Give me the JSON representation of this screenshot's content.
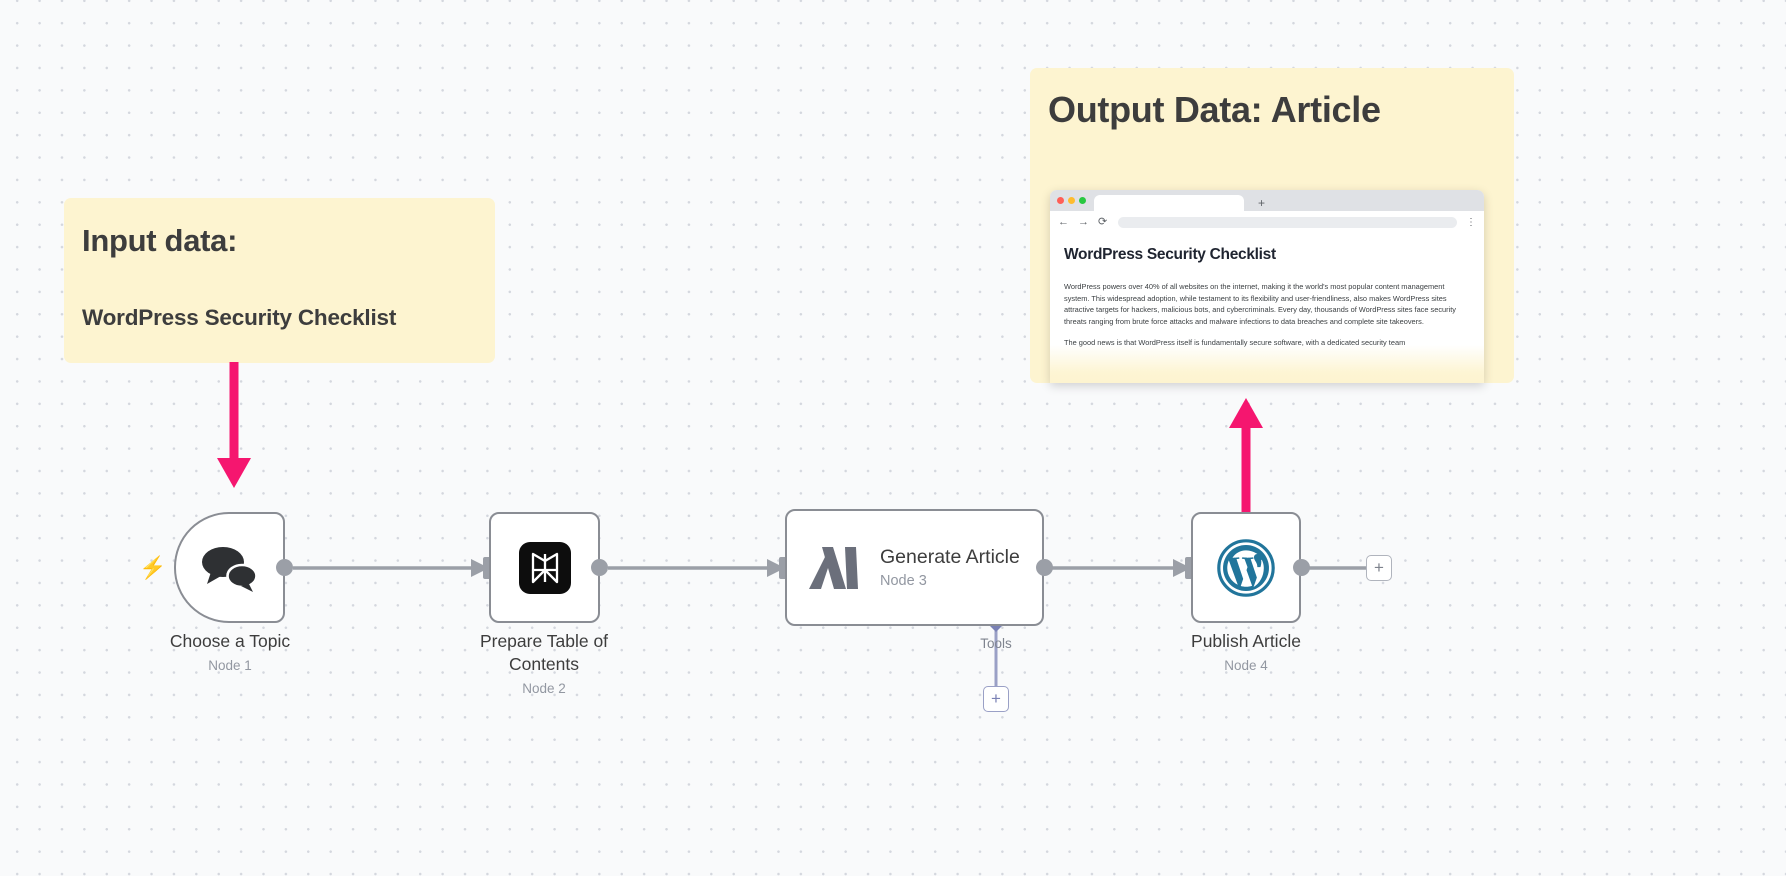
{
  "canvas": {
    "background_color": "#f9fafb",
    "dot_color": "#d4d7de"
  },
  "sticky_notes": {
    "input": {
      "title": "Input data:",
      "content": "WordPress Security Checklist",
      "color": "#fdf4d0"
    },
    "output": {
      "title": "Output Data: Article",
      "color": "#fdf4d0"
    }
  },
  "browser_mock": {
    "new_tab_label": "+",
    "back_icon": "←",
    "forward_icon": "→",
    "reload_icon": "⟳",
    "menu_icon": "⋮",
    "traffic_lights": [
      "#ff5f57",
      "#febc2e",
      "#28c840"
    ],
    "page": {
      "heading": "WordPress Security Checklist",
      "paragraphs": [
        "WordPress powers over 40% of all websites on the internet, making it the world's most popular content management system. This widespread adoption, while testament to its flexibility and user-friendliness, also makes WordPress sites attractive targets for hackers, malicious bots, and cybercriminals. Every day, thousands of WordPress sites face security threats ranging from brute force attacks and malware infections to data breaches and complete site takeovers.",
        "The good news is that WordPress itself is fundamentally secure software, with a dedicated security team"
      ]
    }
  },
  "workflow": {
    "nodes": [
      {
        "title": "Choose a Topic",
        "subtitle": "Node 1",
        "icon": "chat-bubbles-icon"
      },
      {
        "title": "Prepare Table of\nContents",
        "subtitle": "Node 2",
        "icon": "perplexity-icon"
      },
      {
        "title": "Generate Article",
        "subtitle": "Node 3",
        "icon": "anthropic-icon"
      },
      {
        "title": "Publish Article",
        "subtitle": "Node 4",
        "icon": "wordpress-icon"
      }
    ],
    "tools_connector": {
      "label": "Tools",
      "add_label": "+"
    },
    "add_node_label": "+",
    "trigger_icon": "lightning-bolt-icon",
    "connector_color": "#9b9fa7",
    "annotation_arrow_color": "#f5166f"
  },
  "node_captions": {
    "n1_line1": "Choose a Topic",
    "n1_sub": "Node 1",
    "n2_line1": "Prepare Table of",
    "n2_line2": "Contents",
    "n2_sub": "Node 2",
    "n3_title": "Generate Article",
    "n3_sub": "Node 3",
    "n4_line1": "Publish Article",
    "n4_sub": "Node 4"
  }
}
